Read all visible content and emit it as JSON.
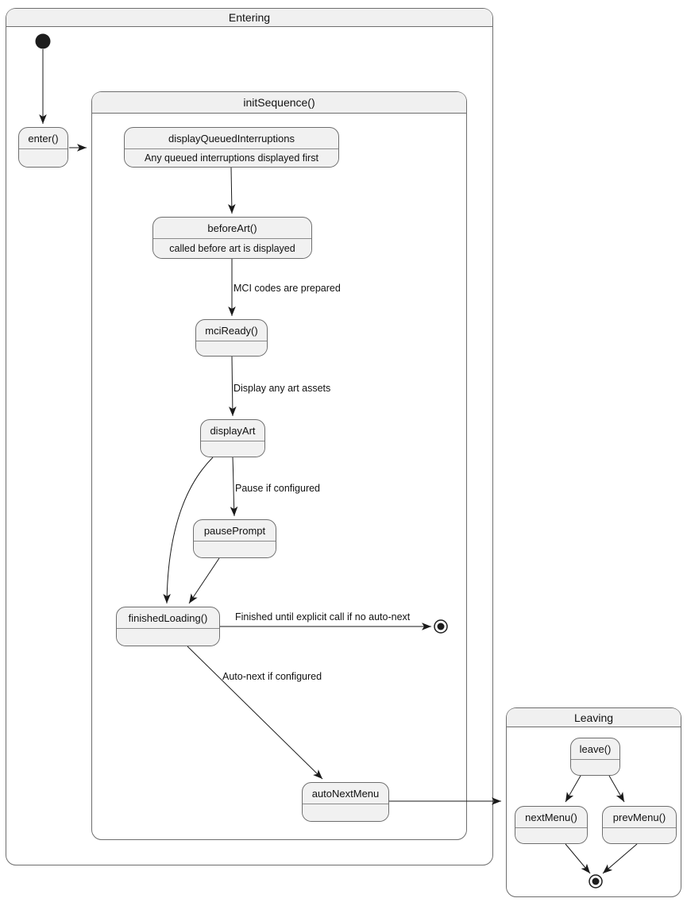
{
  "containers": {
    "entering": {
      "title": "Entering"
    },
    "init_sequence": {
      "title": "initSequence()"
    },
    "leaving": {
      "title": "Leaving"
    }
  },
  "states": {
    "enter": {
      "title": "enter()"
    },
    "display_queued_interruptions": {
      "title": "displayQueuedInterruptions",
      "description": "Any queued interruptions displayed first"
    },
    "before_art": {
      "title": "beforeArt()",
      "description": "called before art is displayed"
    },
    "mci_ready": {
      "title": "mciReady()"
    },
    "display_art": {
      "title": "displayArt"
    },
    "pause_prompt": {
      "title": "pausePrompt"
    },
    "finished_loading": {
      "title": "finishedLoading()"
    },
    "auto_next_menu": {
      "title": "autoNextMenu"
    },
    "leave": {
      "title": "leave()"
    },
    "next_menu": {
      "title": "nextMenu()"
    },
    "prev_menu": {
      "title": "prevMenu()"
    }
  },
  "edge_labels": {
    "mci_codes_prepared": "MCI codes are prepared",
    "display_art_assets": "Display any art assets",
    "pause_if_configured": "Pause if configured",
    "finished_no_autonext": "Finished until explicit call if no auto-next",
    "auto_next_configured": "Auto-next if configured"
  },
  "colors": {
    "background": "#FFFFFF",
    "state_fill": "#F1F1F1",
    "state_border": "#6E6E6E",
    "arrow": "#1A1A1A"
  }
}
